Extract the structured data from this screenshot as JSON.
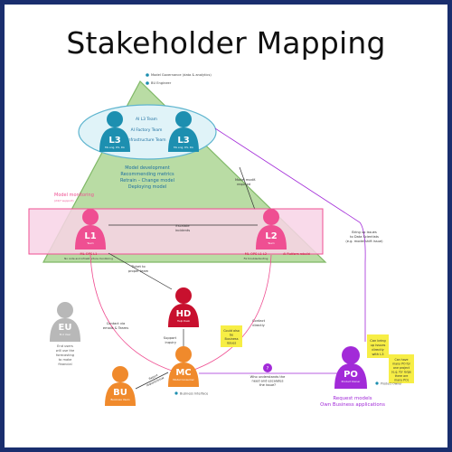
{
  "title": "Stakeholder Mapping",
  "legend": [
    "Model Governance (data & analytics)",
    "BU Engineer"
  ],
  "l3_team": {
    "heading": "AI L3 Team",
    "line2": "AI Factory Team",
    "line3": "Infrastructure Team",
    "left_sub": "ML eng, DS, DA",
    "right_sub": "ML eng, DS, DA"
  },
  "triangle_text": [
    "Model development",
    "Recommending metrics",
    "Retrain – Change model",
    "Deploying model"
  ],
  "model_monitoring": {
    "label": "Model monitoring",
    "sub": "(24/7 support)"
  },
  "escalate": [
    "Escalate",
    "incidents"
  ],
  "model_modif": [
    "Model modif.",
    "required"
  ],
  "l1": {
    "label": "L1",
    "sub": "Team",
    "caption": "ML OPS L1",
    "caption2": "No code and infrastructure monitoring"
  },
  "l2": {
    "label": "L2",
    "sub": "Team",
    "caption": "ML OPS L1 L2",
    "caption2": "AI Platform rebuild",
    "caption3": "Fix troubleshooting"
  },
  "l3": {
    "label": "L3"
  },
  "ticket": [
    "Ticket to",
    "proper team"
  ],
  "hd": {
    "label": "HD",
    "sub": "Help Desk"
  },
  "eu": {
    "label": "EU",
    "sub": "End User"
  },
  "eu_note": [
    "End users",
    "will use the",
    "forecasting",
    "to make",
    "financial"
  ],
  "contact_emails": [
    "Contact via",
    "emails & Teams"
  ],
  "support_inquiry": [
    "Support",
    "inquiry"
  ],
  "contact_directly": [
    "Contact",
    "directly"
  ],
  "sticky_mc": [
    "Could also",
    "be",
    "Business",
    "issues"
  ],
  "bring_issues": [
    "Bring up issues",
    "to Data Scientists",
    "(e.g. model shift issue)"
  ],
  "sticky_po_left": [
    "Can bring",
    "up issues",
    "directly",
    "with L3"
  ],
  "sticky_po_right": [
    "Can have",
    "many PO for",
    "one project",
    "(e.g. for large",
    "there are",
    "many PO)"
  ],
  "mc": {
    "label": "MC",
    "sub": "Model Consumer",
    "note": "Business Interface"
  },
  "bu": {
    "label": "BU",
    "sub": "Business Users"
  },
  "bu_arrow": [
    "Report",
    "request/issue"
  ],
  "question": [
    "Who understands the",
    "need and escalates",
    "the issue?"
  ],
  "po": {
    "label": "PO",
    "sub": "Product Owner",
    "side": "Product Owner"
  },
  "po_caption": [
    "Request models",
    "Own Business applications"
  ],
  "colors": {
    "frame": "#1a2e6e",
    "pink": "#ef4f92",
    "red": "#c8102e",
    "orange": "#f08a2c",
    "purple": "#a22ad8",
    "teal": "#1d8fb0",
    "triangle": "#9ecf87",
    "sticky": "#f7ee45"
  }
}
